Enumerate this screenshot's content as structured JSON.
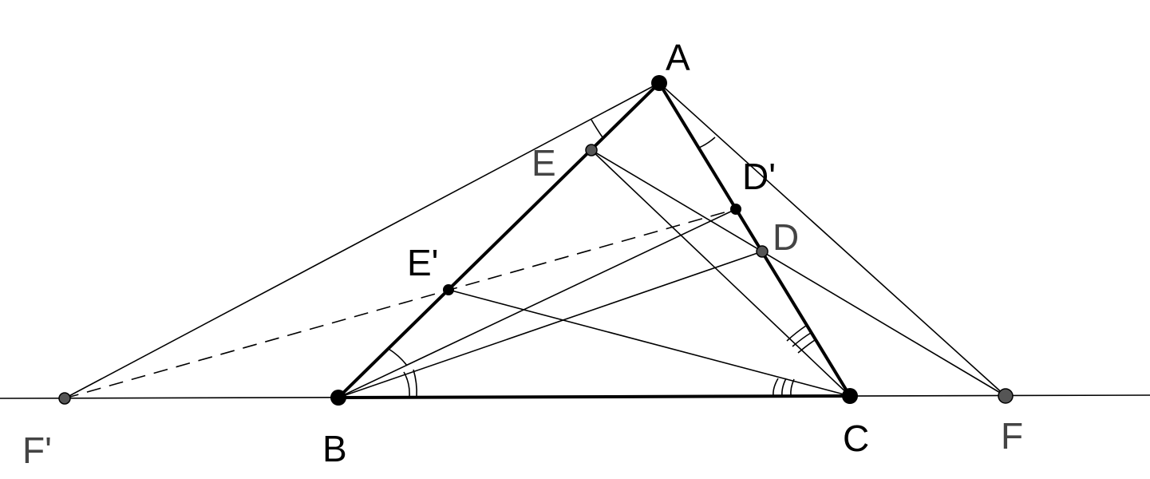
{
  "labels": {
    "A": "A",
    "B": "B",
    "C": "C",
    "D": "D",
    "D_prime": "D'",
    "E": "E",
    "E_prime": "E'",
    "F": "F",
    "F_prime": "F'"
  },
  "colors": {
    "line": "#000000",
    "point_dark": "#000000",
    "point_gray": "#444444",
    "label_gray": "#444444",
    "background": "#ffffff"
  }
}
